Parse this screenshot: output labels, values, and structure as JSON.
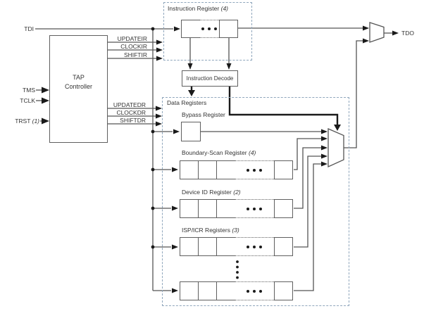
{
  "ports": {
    "tdi": "TDI",
    "tms": "TMS",
    "tclk": "TCLK",
    "trst": "TRST",
    "trst_note": "(1)",
    "tdo": "TDO"
  },
  "tap": {
    "line1": "TAP",
    "line2": "Controller"
  },
  "ir_signals": {
    "s0": "UPDATEIR",
    "s1": "CLOCKIR",
    "s2": "SHIFTIR"
  },
  "dr_signals": {
    "s0": "UPDATEDR",
    "s1": "CLOCKDR",
    "s2": "SHIFTDR"
  },
  "instruction_register": {
    "label": "Instruction Register",
    "note": "(4)"
  },
  "instruction_decode": {
    "label": "Instruction Decode"
  },
  "data_registers": {
    "label": "Data Registers",
    "bypass_label": "Bypass Register",
    "row0": {
      "label": "Boundary-Scan Register",
      "note": "(4)"
    },
    "row1": {
      "label": "Device ID Register",
      "note": "(2)"
    },
    "row2": {
      "label": "ISP/ICR Registers",
      "note": "(3)"
    }
  },
  "colors": {
    "wire": "#555555",
    "thick_wire": "#1a1a1a",
    "dashed_border": "#8fa6bc",
    "box_border": "#5f5f5f",
    "text": "#333333"
  }
}
